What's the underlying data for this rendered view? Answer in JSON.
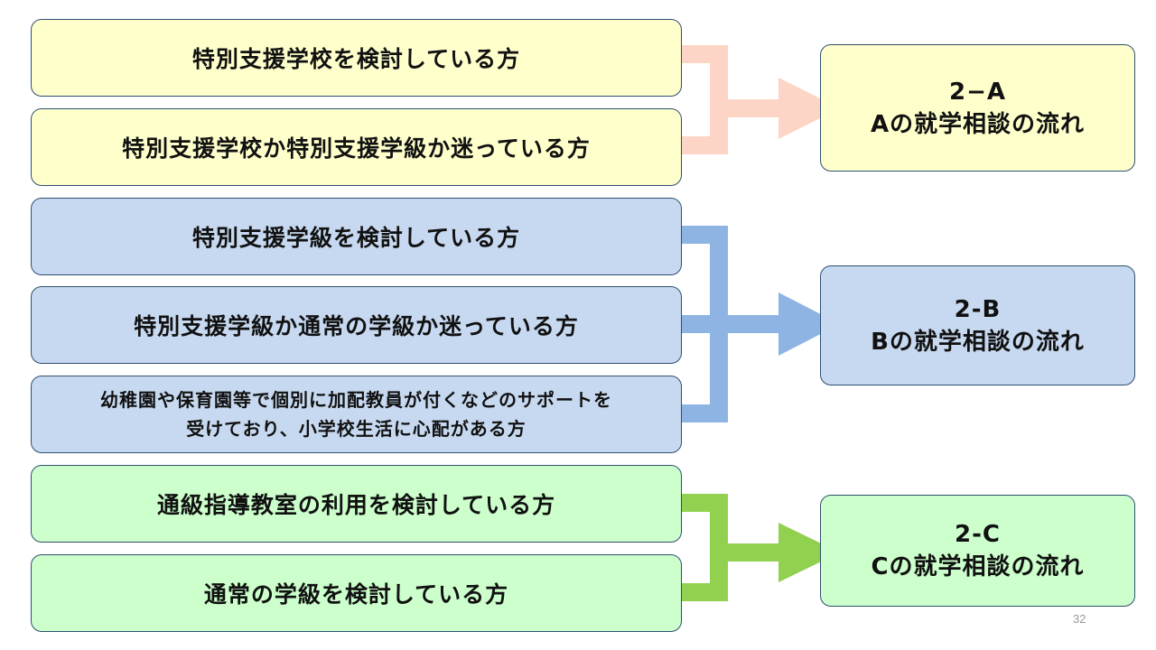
{
  "groups": {
    "a": {
      "sources": [
        "特別支援学校を検討している方",
        "特別支援学校か特別支援学級か迷っている方"
      ],
      "target": {
        "code": "2−A",
        "label": "Aの就学相談の流れ"
      },
      "color": "#fcd5c6"
    },
    "b": {
      "sources": [
        "特別支援学級を検討している方",
        "特別支援学級か通常の学級か迷っている方",
        "幼稚園や保育園等で個別に加配教員が付くなどのサポートを",
        "受けており、小学校生活に心配がある方"
      ],
      "target": {
        "code": "2-B",
        "label": "Bの就学相談の流れ"
      },
      "color": "#8eb4e3"
    },
    "c": {
      "sources": [
        "通級指導教室の利用を検討している方",
        "通常の学級を検討している方"
      ],
      "target": {
        "code": "2-C",
        "label": "Cの就学相談の流れ"
      },
      "color": "#92d050"
    }
  },
  "page_number": "32"
}
